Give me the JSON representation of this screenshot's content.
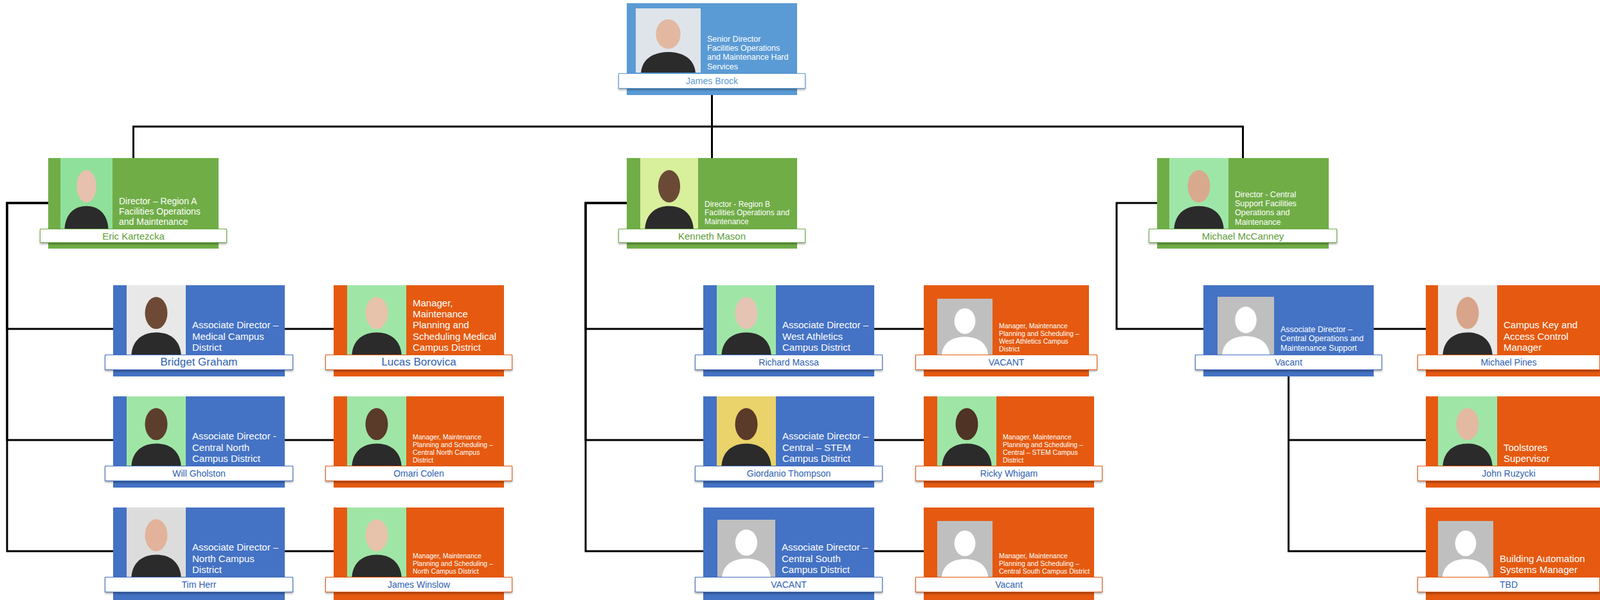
{
  "diagram": {
    "nodes": [
      {
        "text": [
          "Senior Director Facilities Operations and Maintenance Hard Services",
          "James Brock"
        ]
      },
      {
        "text": [
          "Director – Region A Facilities Operations and Maintenance",
          "Eric Kartezcka"
        ]
      },
      {
        "text": [
          "Director - Region B Facilities Operations and Maintenance",
          "Kenneth Mason"
        ]
      },
      {
        "text": [
          "Director - Central Support Facilities Operations and Maintenance",
          "Michael McCanney"
        ]
      },
      {
        "text": [
          "Associate Director – Medical Campus District",
          "Bridget Graham"
        ]
      },
      {
        "text": [
          "Manager, Maintenance Planning and Scheduling Medical Campus District",
          "Lucas Borovica"
        ]
      },
      {
        "text": [
          "Associate Director – West Athletics Campus District",
          "Richard Massa"
        ]
      },
      {
        "text": [
          "Manager, Maintenance Planning and Scheduling – West Athletics Campus District",
          "VACANT"
        ]
      },
      {
        "text": [
          "Associate Director – Central Operations and Maintenance Support",
          "Vacant"
        ]
      },
      {
        "text": [
          "Campus Key and Access Control Manager",
          "Michael Pines"
        ]
      },
      {
        "text": [
          "Associate Director - Central North Campus District",
          "Will Gholston"
        ]
      },
      {
        "text": [
          "Manager, Maintenance Planning and Scheduling – Central North Campus District",
          "Omari Colen"
        ]
      },
      {
        "text": [
          "Associate Director – Central – STEM Campus District",
          "Giordanio Thompson"
        ]
      },
      {
        "text": [
          "Manager, Maintenance Planning and Scheduling – Central – STEM Campus District",
          "Ricky Whigam"
        ]
      },
      {
        "text": [
          "Toolstores Supervisor",
          "John Ruzycki"
        ]
      },
      {
        "text": [
          "Associate Director – North Campus District",
          "Tim Herr"
        ]
      },
      {
        "text": [
          "Manager, Maintenance Planning and Scheduling – North Campus District",
          "James Winslow"
        ]
      },
      {
        "text": [
          "Associate Director – Central South Campus District",
          "VACANT"
        ]
      },
      {
        "text": [
          "Manager, Maintenance Planning and Scheduling – Central South Campus District",
          "Vacant"
        ]
      },
      {
        "text": [
          "Building Automation Systems Manager",
          "TBD"
        ]
      }
    ],
    "edges": [
      {
        "from": 0,
        "to": 1,
        "arrow": "none"
      },
      {
        "from": 0,
        "to": 2,
        "arrow": "none"
      },
      {
        "from": 0,
        "to": 3,
        "arrow": "none"
      },
      {
        "from": 1,
        "to": 4,
        "arrow": "none"
      },
      {
        "from": 1,
        "to": 10,
        "arrow": "none"
      },
      {
        "from": 1,
        "to": 15,
        "arrow": "none"
      },
      {
        "from": 4,
        "to": 5,
        "arrow": "none"
      },
      {
        "from": 10,
        "to": 11,
        "arrow": "none"
      },
      {
        "from": 15,
        "to": 16,
        "arrow": "none"
      },
      {
        "from": 2,
        "to": 6,
        "arrow": "none"
      },
      {
        "from": 2,
        "to": 12,
        "arrow": "none"
      },
      {
        "from": 2,
        "to": 17,
        "arrow": "none"
      },
      {
        "from": 6,
        "to": 7,
        "arrow": "none"
      },
      {
        "from": 12,
        "to": 13,
        "arrow": "none"
      },
      {
        "from": 17,
        "to": 18,
        "arrow": "none"
      },
      {
        "from": 3,
        "to": 8,
        "arrow": "none"
      },
      {
        "from": 8,
        "to": 9,
        "arrow": "none"
      },
      {
        "from": 8,
        "to": 14,
        "arrow": "none"
      },
      {
        "from": 8,
        "to": 19,
        "arrow": "none"
      }
    ]
  }
}
